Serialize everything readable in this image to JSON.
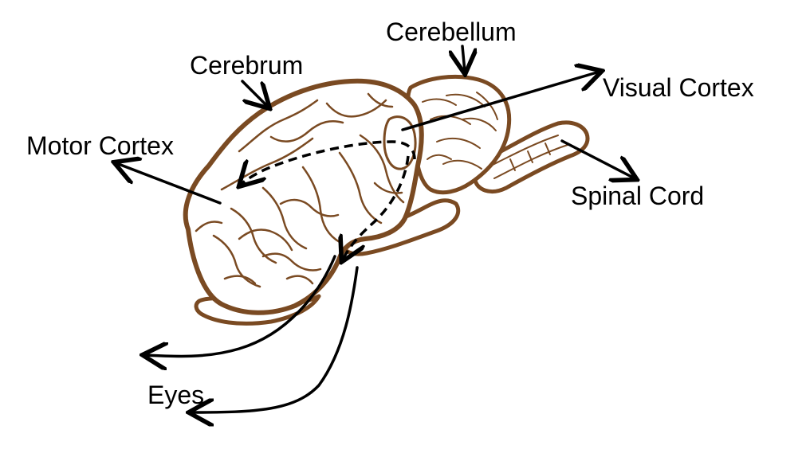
{
  "labels": {
    "cerebellum": "Cerebellum",
    "cerebrum": "Cerebrum",
    "visual_cortex": "Visual Cortex",
    "motor_cortex": "Motor Cortex",
    "spinal_cord": "Spinal Cord",
    "eyes": "Eyes"
  },
  "colors": {
    "brain_outline": "#7a4a22",
    "arrows": "#000000",
    "background": "#ffffff"
  }
}
